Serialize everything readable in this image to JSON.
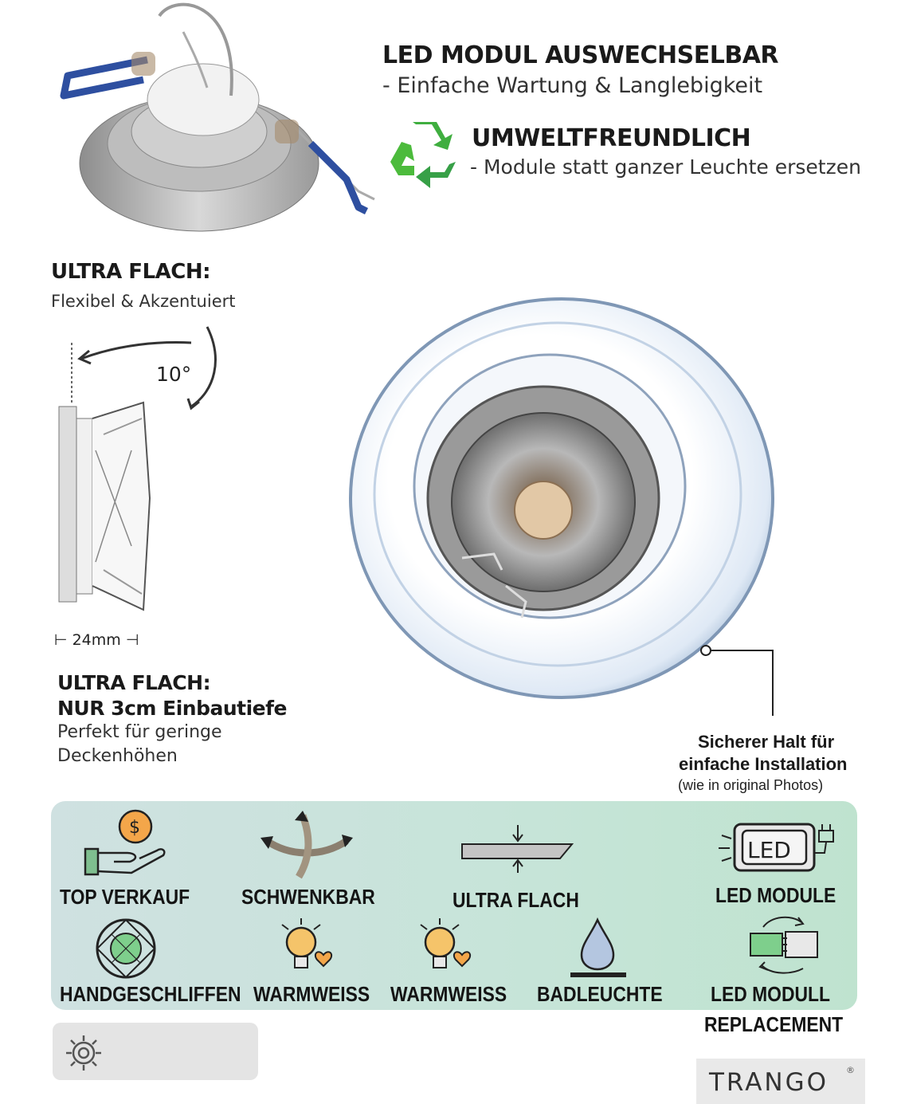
{
  "header": {
    "title": "LED MODUL AUSWECHSELBAR",
    "subtitle": "- Einfache Wartung & Langlebigkeit"
  },
  "eco": {
    "title": "UMWELTFREUNDLICH",
    "subtitle": "- Module statt ganzer Leuchte ersetzen"
  },
  "flat_info": {
    "title": "ULTRA FLACH:",
    "subtitle": "Flexibel & Akzentuiert",
    "angle": "10°",
    "depth": "24mm"
  },
  "depth_info": {
    "title": "ULTRA FLACH:",
    "line2": "NUR 3cm Einbautiefe",
    "line3": "Perfekt für geringe",
    "line4": "Deckenhöhen"
  },
  "callout": {
    "line1": "Sicherer Halt für",
    "line2": "einfache Installation",
    "line3": "(wie in original Photos)"
  },
  "features": [
    {
      "label": "TOP VERKAUF",
      "icon": "coin-hand-icon"
    },
    {
      "label": "SCHWENKBAR",
      "icon": "swivel-arrows-icon"
    },
    {
      "label": "ULTRA FLACH",
      "icon": "flat-profile-icon"
    },
    {
      "label": "LED MODULE",
      "icon": "led-plug-icon"
    },
    {
      "label": "HANDGESCHLIFFEN",
      "icon": "diamond-icon"
    },
    {
      "label": "WARMWEISS",
      "icon": "bulb-heart-icon"
    },
    {
      "label": "WARMWEISS",
      "icon": "bulb-heart-icon"
    },
    {
      "label": "BADLEUCHTE",
      "icon": "water-drop-icon"
    },
    {
      "label": "LED MODULL",
      "label2": "REPLACEMENT",
      "icon": "module-swap-icon"
    }
  ],
  "led_badge": "LED",
  "brand": {
    "name": "TRANGO",
    "mark": "®"
  },
  "colors": {
    "panel_start": "#cfe1e1",
    "panel_end": "#bfe3cf",
    "recycle_green": "#3fae3f",
    "clip_blue": "#2e4fa0",
    "bulb_yellow": "#f5c46a"
  }
}
